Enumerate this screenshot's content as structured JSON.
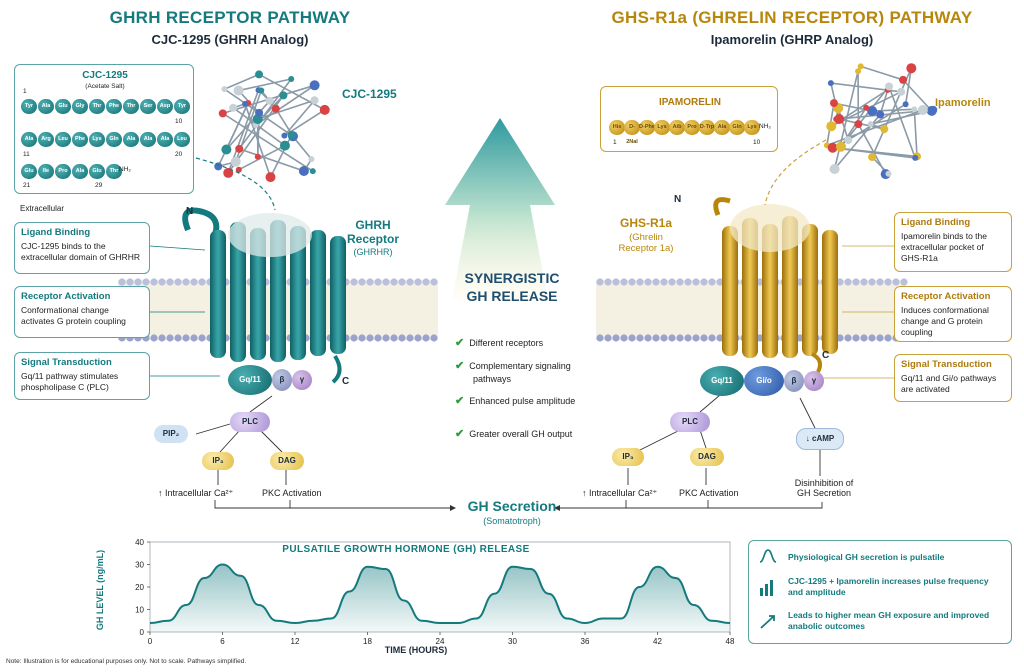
{
  "left": {
    "title": "GHRH RECEPTOR PATHWAY",
    "subtitle": "CJC-1295 (GHRH Analog)",
    "peptide_card": {
      "title": "CJC-1295",
      "subtitle": "(Acetate Salt)",
      "row1": [
        "Tyr",
        "Ala",
        "Glu",
        "Gly",
        "Thr",
        "Phe",
        "Thr",
        "Ser",
        "Asp",
        "Tyr"
      ],
      "row2": [
        "Ala",
        "Arg",
        "Leu",
        "Phe",
        "Lys",
        "Gln",
        "Ala",
        "Ala",
        "Ala",
        "Leu"
      ],
      "row3": [
        "Glu",
        "Ile",
        "Pro",
        "Ala",
        "Glu",
        "Thr"
      ],
      "n1": "1",
      "n10": "10",
      "n11": "11",
      "n20": "20",
      "n21": "21",
      "n29": "29",
      "nh2": "NH₂"
    },
    "molecule_label": "CJC-1295",
    "extracellular": "Extracellular",
    "n_term": "N",
    "c_term": "C",
    "receptor_label": [
      "GHRH",
      "Receptor",
      "(GHRHR)"
    ],
    "steps": [
      {
        "title": "Ligand Binding",
        "body": "CJC-1295 binds to the extracellular domain of GHRHR"
      },
      {
        "title": "Receptor Activation",
        "body": "Conformational change activates G protein coupling"
      },
      {
        "title": "Signal Transduction",
        "body": "Gq/11 pathway stimulates phospholipase C (PLC)"
      }
    ],
    "gproteins": [
      "Gq/11",
      "β",
      "γ"
    ],
    "cascade": {
      "pip2": "PIP₂",
      "plc": "PLC",
      "ip3": "IP₃",
      "dag": "DAG",
      "ca": "↑ Intracellular Ca²⁺",
      "pkc": "PKC Activation"
    }
  },
  "right": {
    "title": "GHS-R1a (GHRELIN RECEPTOR) PATHWAY",
    "subtitle": "Ipamorelin (GHRP Analog)",
    "peptide_card": {
      "title": "IPAMORELIN",
      "beads": [
        "His",
        "D-2Nal",
        "D-Phe",
        "Lys",
        "Aib",
        "Pro",
        "D-Trp",
        "Ala",
        "Gln",
        "Lys"
      ],
      "n1": "1",
      "n10": "10",
      "nh2": "NH₂"
    },
    "molecule_label": "Ipamorelin",
    "n_term": "N",
    "c_term": "C",
    "receptor_label": [
      "GHS-R1a",
      "(Ghrelin",
      "Receptor 1a)"
    ],
    "steps": [
      {
        "title": "Ligand Binding",
        "body": "Ipamorelin binds to the extracellular pocket of GHS-R1a"
      },
      {
        "title": "Receptor Activation",
        "body": "Induces conformational change and G protein coupling"
      },
      {
        "title": "Signal Transduction",
        "body": "Gq/11 and Gi/o pathways are activated"
      }
    ],
    "gproteins": [
      "Gq/11",
      "Gi/o",
      "β",
      "γ"
    ],
    "cascade": {
      "plc": "PLC",
      "ip3": "IP₃",
      "dag": "DAG",
      "camp": "↓ cAMP",
      "ca": "↑ Intracellular Ca²⁺",
      "pkc": "PKC Activation",
      "disinhibition": [
        "Disinhibition of",
        "GH Secretion"
      ]
    }
  },
  "center": {
    "synergy": [
      "SYNERGISTIC",
      "GH RELEASE"
    ],
    "checks": [
      "Different receptors",
      "Complementary signaling pathways",
      "Enhanced pulse amplitude",
      "Greater overall GH output"
    ],
    "gh_secretion": "GH Secretion",
    "somatotroph": "(Somatotroph)"
  },
  "chart_data": {
    "type": "line",
    "title": "PULSATILE GROWTH HORMONE (GH) RELEASE",
    "xlabel": "TIME (HOURS)",
    "ylabel": "GH LEVEL (ng/mL)",
    "xlim": [
      0,
      48
    ],
    "ylim": [
      0,
      40
    ],
    "xticks": [
      0,
      6,
      12,
      18,
      24,
      30,
      36,
      42,
      48
    ],
    "yticks": [
      0,
      10,
      20,
      30,
      40
    ],
    "x": [
      0,
      1.5,
      3,
      4.5,
      6,
      7.5,
      9,
      10.5,
      12,
      13.5,
      15,
      16.5,
      18,
      19.5,
      21,
      22.5,
      24,
      25.5,
      27,
      28.5,
      30,
      31.5,
      33,
      34.5,
      36,
      37.5,
      39,
      40.5,
      42,
      43.5,
      45,
      46.5,
      48
    ],
    "y": [
      4,
      5,
      12,
      24,
      30,
      25,
      12,
      5,
      4,
      5,
      6,
      18,
      29,
      28,
      14,
      5,
      4,
      4,
      6,
      17,
      29,
      28,
      17,
      6,
      4,
      6,
      6,
      20,
      29,
      24,
      12,
      5,
      4
    ],
    "series_color": "#137a7e"
  },
  "info_box": [
    "Physiological GH secretion is pulsatile",
    "CJC-1295 + Ipamorelin increases pulse frequency and amplitude",
    "Leads to higher mean GH exposure and improved anabolic outcomes"
  ],
  "footnote": "Note: Illustration is for educational purposes only. Not to scale. Pathways simplified.",
  "colors": {
    "teal": "#137a7e",
    "gold": "#c9a13b",
    "accent_green": "#2e9b3c"
  }
}
